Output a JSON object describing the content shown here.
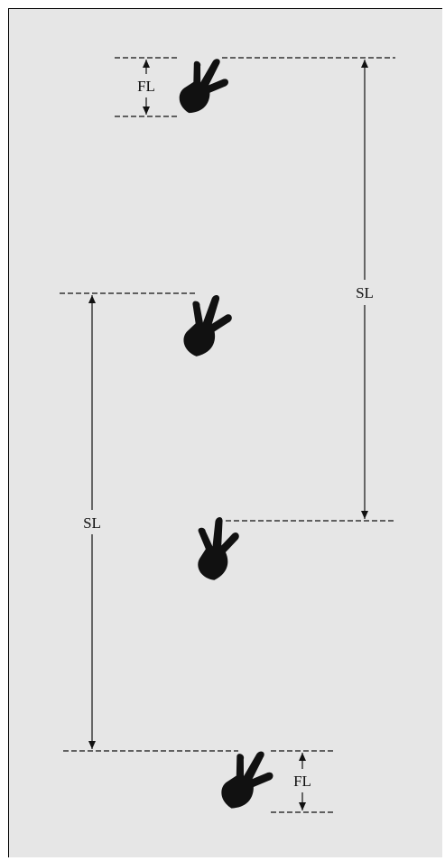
{
  "diagram": {
    "labels": {
      "fl_top": "FL",
      "sl_right": "SL",
      "sl_left": "SL",
      "fl_bottom": "FL"
    },
    "colors": {
      "background": "#e6e6e6",
      "ink": "#111111"
    },
    "icons": [
      "footprint-icon",
      "arrow-up-icon",
      "arrow-down-icon"
    ]
  }
}
